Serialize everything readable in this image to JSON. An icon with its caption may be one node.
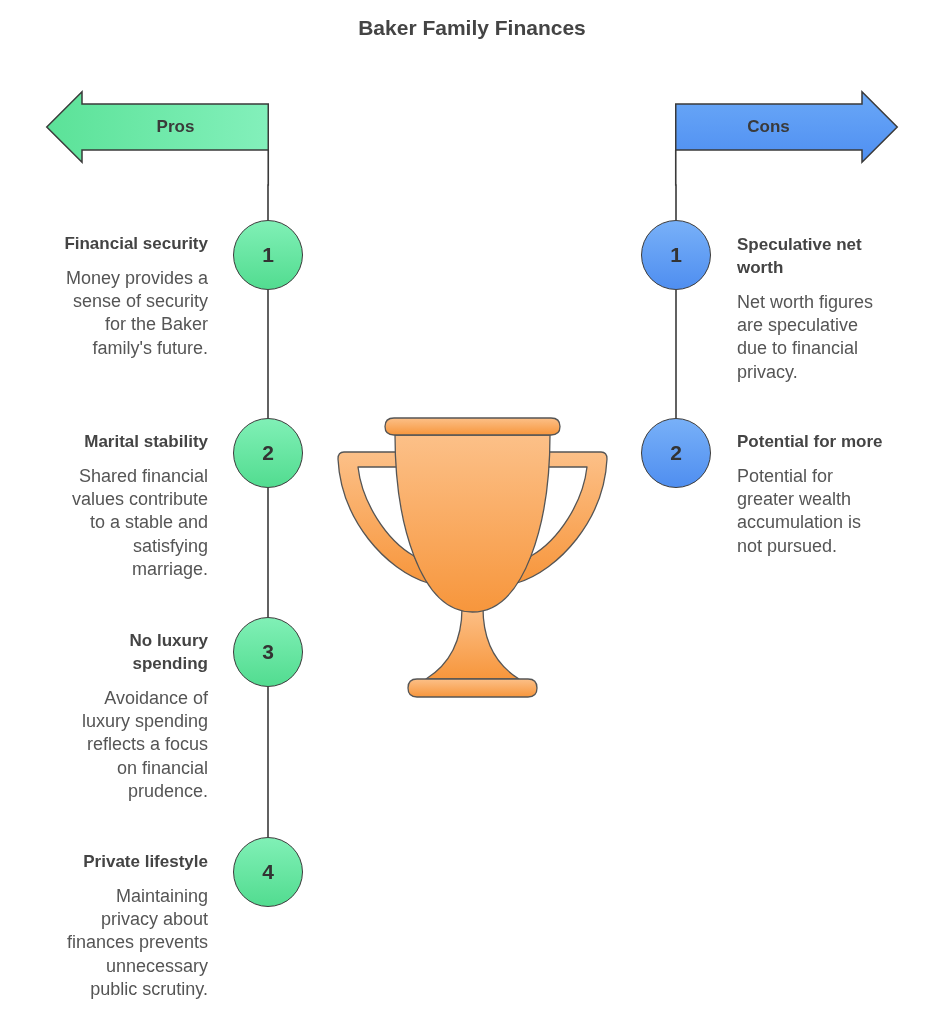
{
  "diagram": {
    "title": "Baker Family Finances",
    "nodes": [
      {
        "text": [
          "Pros"
        ]
      },
      {
        "text": [
          "1"
        ],
        "beside": [
          "Financial security",
          "Money provides a sense of security for the Baker family's future."
        ]
      },
      {
        "text": [
          "2"
        ],
        "beside": [
          "Marital stability",
          "Shared financial values contribute to a stable and satisfying marriage."
        ]
      },
      {
        "text": [
          "3"
        ],
        "beside": [
          "No luxury spending",
          "Avoidance of luxury spending reflects a focus on financial prudence."
        ]
      },
      {
        "text": [
          "4"
        ],
        "beside": [
          "Private lifestyle",
          "Maintaining privacy about finances prevents unnecessary public scrutiny."
        ]
      },
      {
        "text": [
          "Cons"
        ]
      },
      {
        "text": [
          "1"
        ],
        "beside": [
          "Speculative net worth",
          "Net worth figures are speculative due to financial privacy."
        ]
      },
      {
        "text": [
          "2"
        ],
        "beside": [
          "Potential for more",
          "Potential for greater wealth accumulation is not pursued."
        ]
      }
    ],
    "edges": [
      {
        "from": 0,
        "to": 1,
        "arrow": "none"
      },
      {
        "from": 1,
        "to": 2,
        "arrow": "none"
      },
      {
        "from": 2,
        "to": 3,
        "arrow": "none"
      },
      {
        "from": 3,
        "to": 4,
        "arrow": "none"
      },
      {
        "from": 5,
        "to": 6,
        "arrow": "none"
      },
      {
        "from": 6,
        "to": 7,
        "arrow": "none"
      }
    ]
  }
}
